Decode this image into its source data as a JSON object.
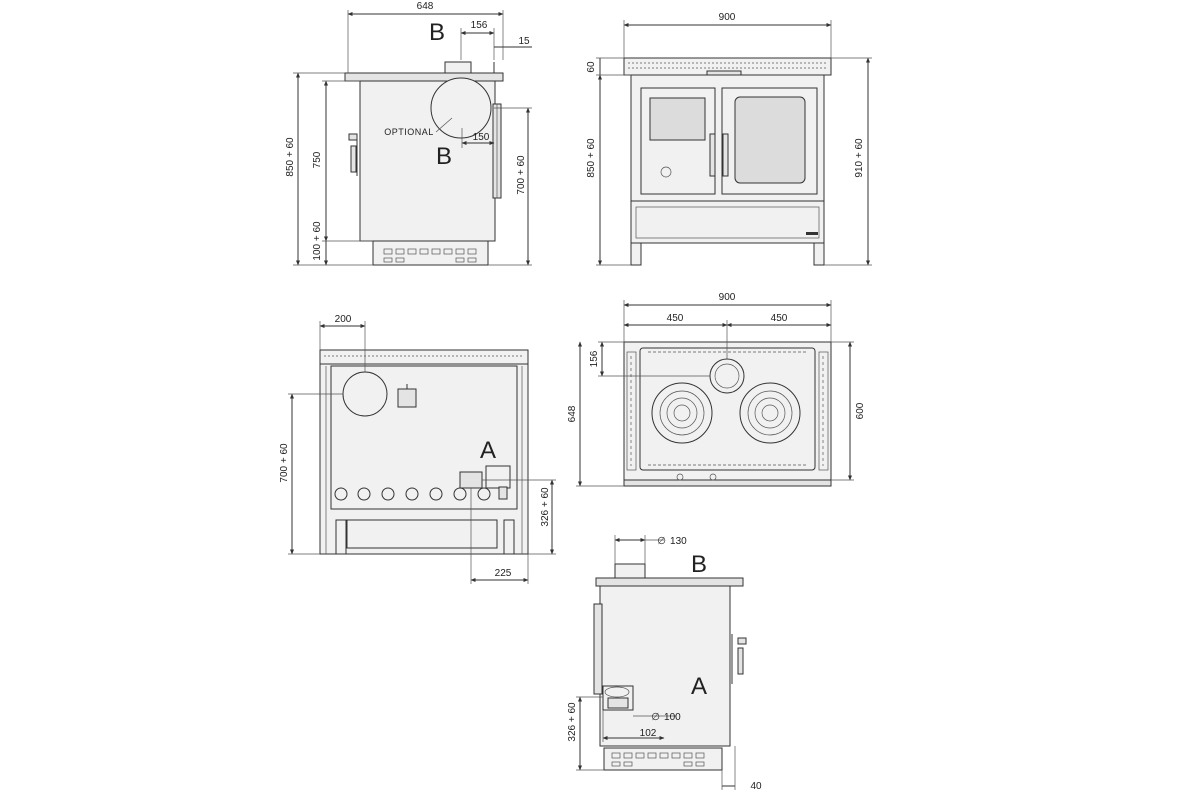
{
  "views": {
    "side_right": {
      "dim_top_width": "648",
      "dim_flue_offset": "156",
      "dim_flue_small": "15",
      "dim_flue_optional": "150",
      "dim_total_height": "850 + 60",
      "dim_body_height": "750",
      "dim_plinth_height": "100 + 60",
      "dim_flue_height": "700 + 60",
      "label_top": "B",
      "label_mid": "B",
      "optional_label": "OPTIONAL"
    },
    "front": {
      "dim_width": "900",
      "dim_top": "60",
      "dim_height": "850 + 60",
      "dim_total_height": "910 + 60"
    },
    "back": {
      "dim_flue_offset": "200",
      "dim_height": "700 + 60",
      "dim_inlet_height": "326 + 60",
      "dim_inlet_offset": "225",
      "label": "A"
    },
    "top": {
      "dim_width": "900",
      "dim_half_left": "450",
      "dim_half_right": "450",
      "dim_flue_depth": "156",
      "dim_depth": "648",
      "dim_inner_depth": "600"
    },
    "side_left": {
      "dim_flue_diameter": "130",
      "dim_inlet_diameter": "100",
      "dim_inlet_offset": "102",
      "dim_inlet_height": "326 + 60",
      "dim_bottom": "40",
      "label_b": "B",
      "label_a": "A",
      "diameter_symbol": "∅"
    }
  }
}
